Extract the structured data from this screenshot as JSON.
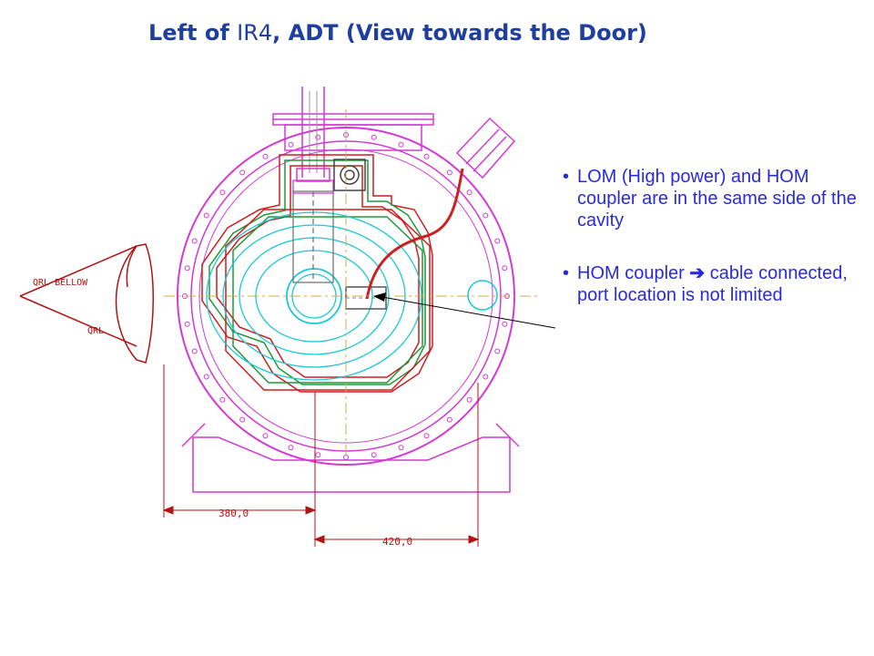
{
  "title": {
    "before": "Left of ",
    "mid": "IR4",
    "after": ", ADT (View towards the Door)"
  },
  "drawing_labels": {
    "qrl_bellow": "QRL BELLOW",
    "qrl": "QRL",
    "dim_left": "380,0",
    "dim_right": "420,0"
  },
  "bullets": {
    "first": "LOM (High power) and HOM coupler are in the same side of the cavity",
    "second_a": "HOM coupler ",
    "second_arrow": "➔",
    "second_b": " cable connected, port location is not limited"
  },
  "colors": {
    "title": "#1f3f9f",
    "text": "#2a2ad8",
    "vessel": "#d23ad2",
    "cavity": "#19c8d8",
    "red": "#cc1f1f",
    "green": "#1f9a3a",
    "dim": "#b01414"
  }
}
